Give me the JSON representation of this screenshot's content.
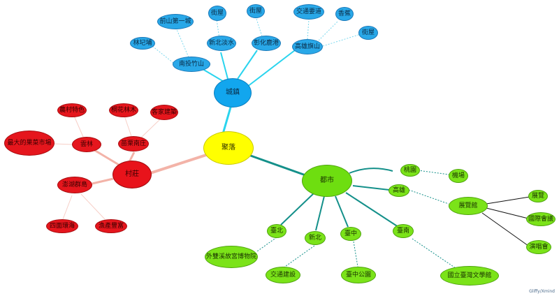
{
  "center": {
    "label": "聚落"
  },
  "branches": {
    "town": {
      "label": "城鎮",
      "children": [
        "南投竹山",
        "新北淡水",
        "彰化鹿港",
        "高雄旗山"
      ],
      "leaves": [
        "林圮埔",
        "前山第一城",
        "街屋",
        "街屋",
        "交通要道",
        "香蕉",
        "街屋"
      ]
    },
    "village": {
      "label": "村莊",
      "children": [
        "雲林",
        "苗栗南庄",
        "澎湖群島"
      ],
      "leaves": [
        "農村特色",
        "最大的果菜市場",
        "桐花林木",
        "客家建築",
        "四面環海",
        "漁產豐富"
      ]
    },
    "city": {
      "label": "都市",
      "children": [
        "桃園",
        "高雄",
        "臺北",
        "新北",
        "臺中",
        "臺南",
        "展覽館"
      ],
      "leaves": [
        "機場",
        "展覽",
        "國際會議",
        "演唱會",
        "外雙溪故宮博物院",
        "交通建設",
        "臺中公園",
        "國立臺灣文學館"
      ]
    }
  },
  "logo_text": "Gliffy/Xmind",
  "colors": {
    "town": "#12a6ee",
    "village": "#e8131b",
    "city": "#6ede10",
    "center": "#ffff00"
  }
}
